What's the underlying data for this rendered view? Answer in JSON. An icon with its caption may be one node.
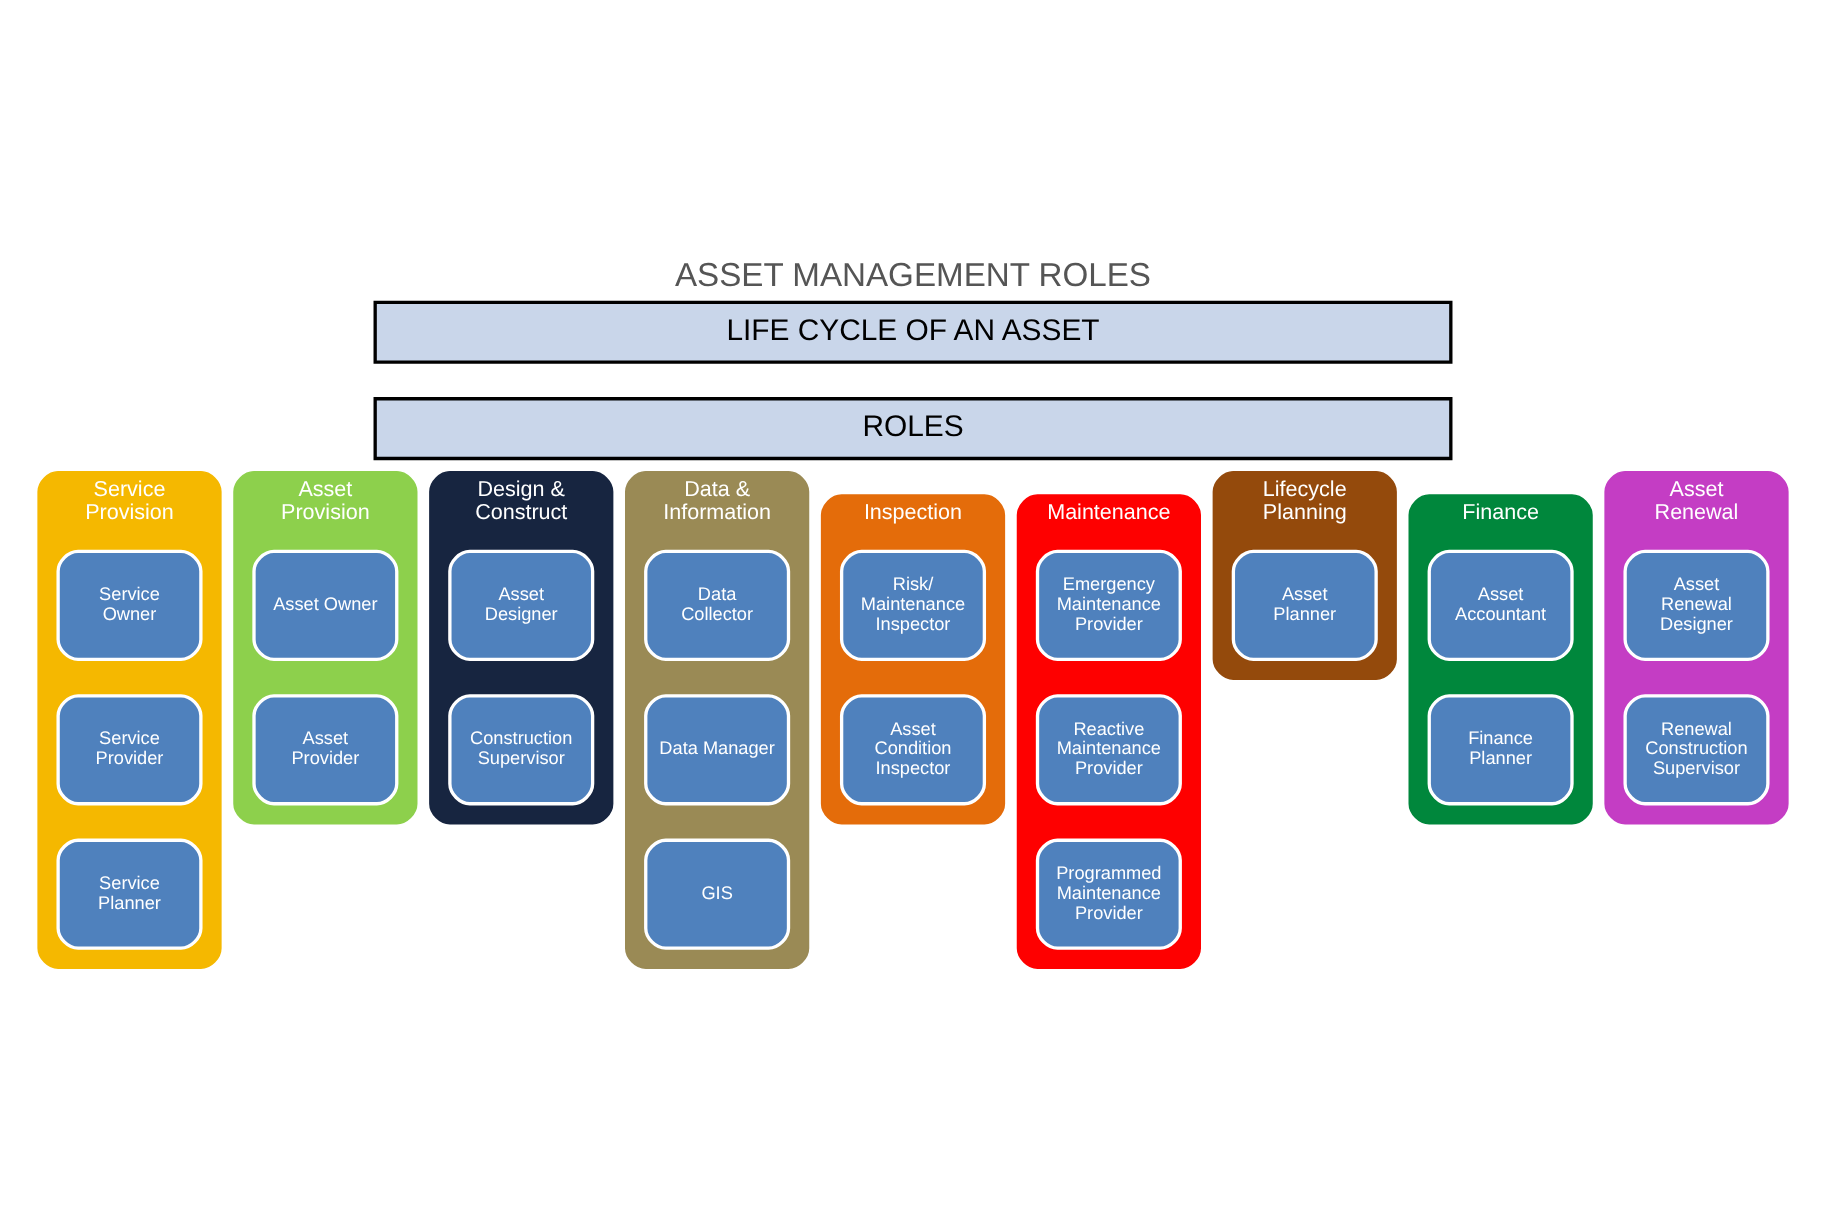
{
  "diagram": {
    "title": "ASSET MANAGEMENT ROLES",
    "nodes": [
      {
        "text": [
          "LIFE CYCLE OF AN ASSET"
        ]
      },
      {
        "text": [
          "ROLES"
        ]
      },
      {
        "text": [
          "Service Provision"
        ]
      },
      {
        "text": [
          "Service Owner"
        ],
        "in": 2
      },
      {
        "text": [
          "Service Provider"
        ],
        "in": 2
      },
      {
        "text": [
          "Service Planner"
        ],
        "in": 2
      },
      {
        "text": [
          "Asset Provision"
        ]
      },
      {
        "text": [
          "Asset Owner"
        ],
        "in": 6
      },
      {
        "text": [
          "Asset Provider"
        ],
        "in": 6
      },
      {
        "text": [
          "Design & Construct"
        ]
      },
      {
        "text": [
          "Asset Designer"
        ],
        "in": 9
      },
      {
        "text": [
          "Construction Supervisor"
        ],
        "in": 9
      },
      {
        "text": [
          "Data & Information"
        ]
      },
      {
        "text": [
          "Data Collector"
        ],
        "in": 12
      },
      {
        "text": [
          "Data Manager"
        ],
        "in": 12
      },
      {
        "text": [
          "GIS"
        ],
        "in": 12
      },
      {
        "text": [
          "Inspection"
        ]
      },
      {
        "text": [
          "Risk/ Maintenance Inspector"
        ],
        "in": 16
      },
      {
        "text": [
          "Asset Condition Inspector"
        ],
        "in": 16
      },
      {
        "text": [
          "Maintenance"
        ]
      },
      {
        "text": [
          "Emergency Maintenance Provider"
        ],
        "in": 19
      },
      {
        "text": [
          "Reactive Maintenance Provider"
        ],
        "in": 19
      },
      {
        "text": [
          "Programmed Maintenance Provider"
        ],
        "in": 19
      },
      {
        "text": [
          "Lifecycle Planning"
        ]
      },
      {
        "text": [
          "Asset Planner"
        ],
        "in": 23
      },
      {
        "text": [
          "Finance"
        ]
      },
      {
        "text": [
          "Asset Accountant"
        ],
        "in": 25
      },
      {
        "text": [
          "Finance Planner"
        ],
        "in": 25
      },
      {
        "text": [
          "Asset Renewal"
        ]
      },
      {
        "text": [
          "Asset Renewal Designer"
        ],
        "in": 28
      },
      {
        "text": [
          "Renewal Construction Supervisor"
        ],
        "in": 28
      }
    ]
  }
}
